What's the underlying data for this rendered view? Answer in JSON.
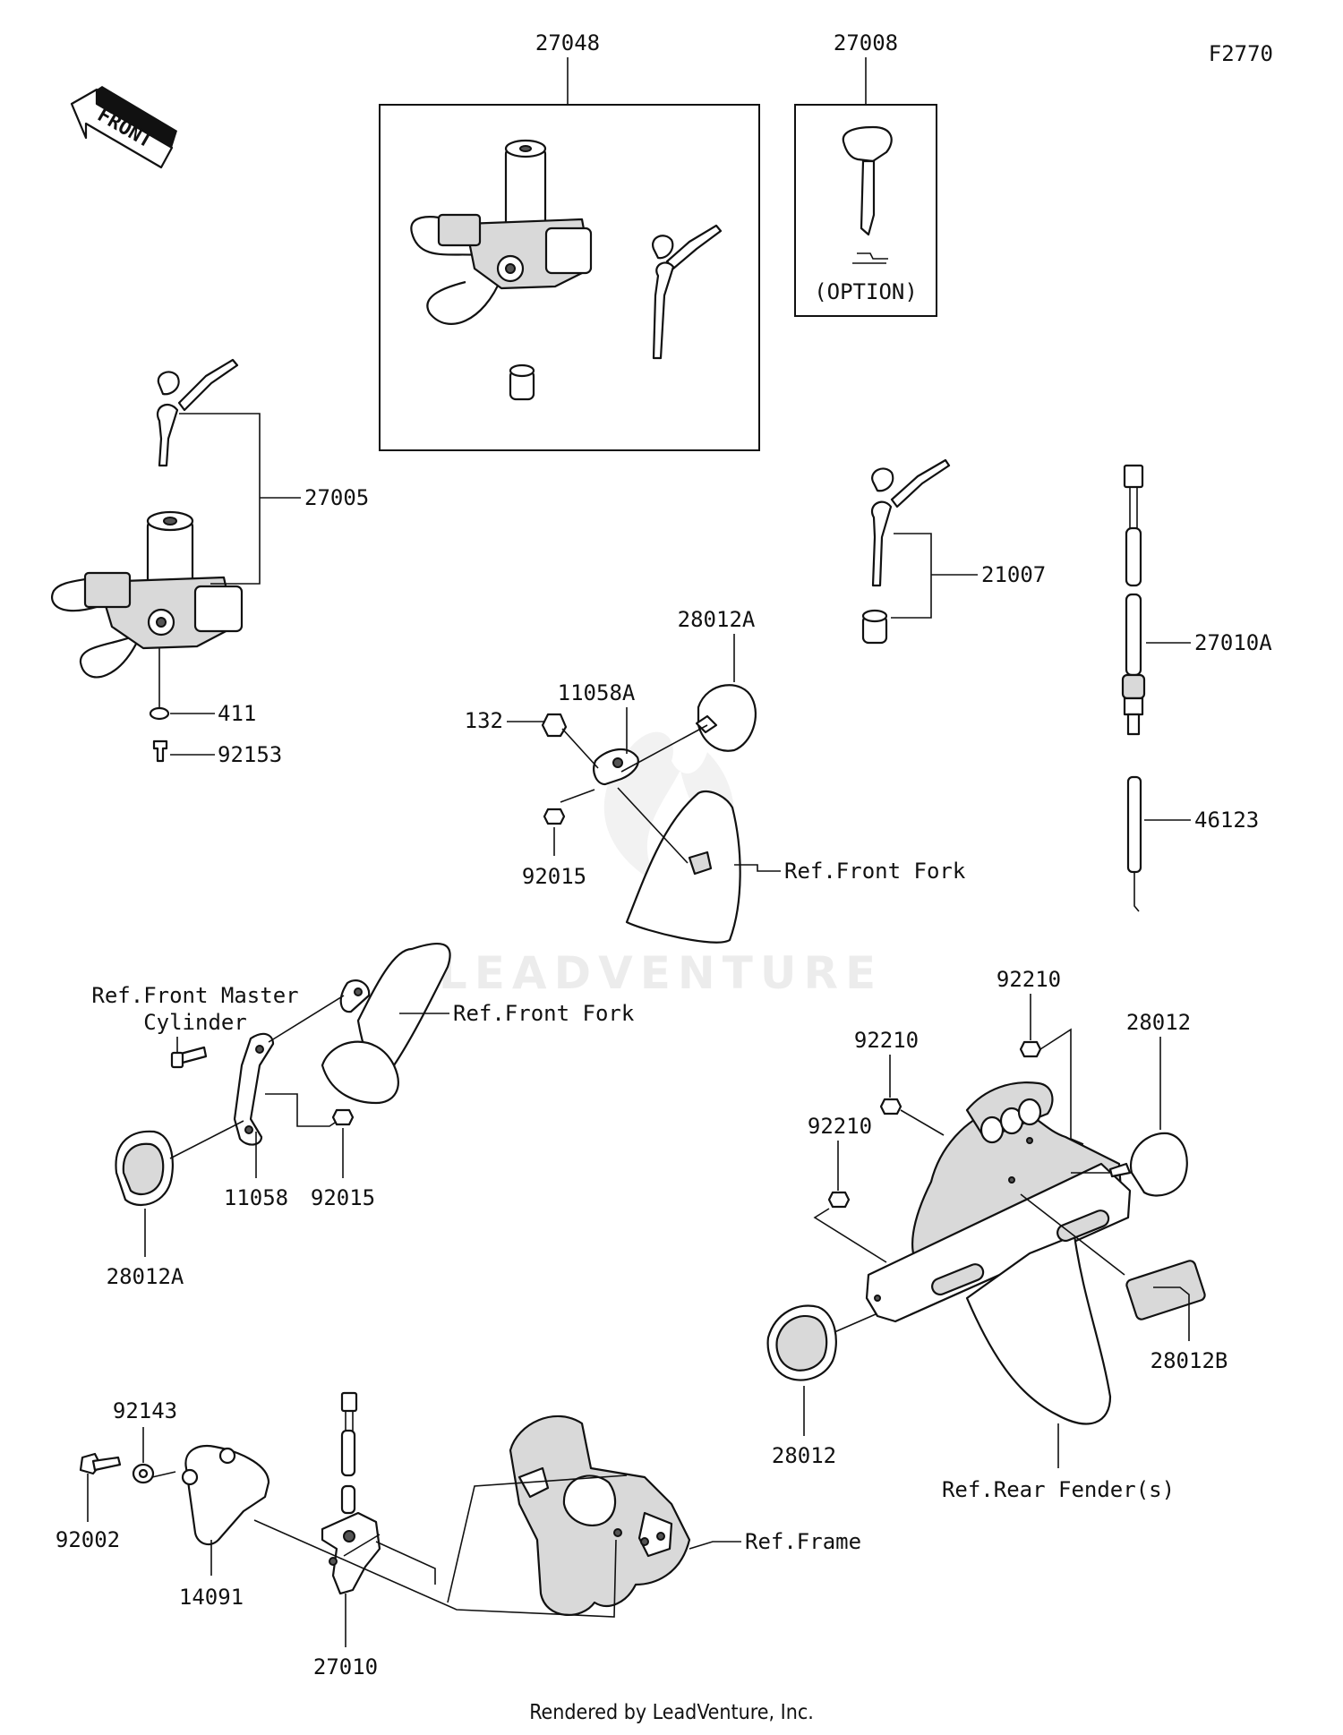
{
  "figure_code": "F2770",
  "front_arrow": {
    "text": "FRONT",
    "icon": "front-direction-arrow"
  },
  "watermark": "LEADVENTURE",
  "footer": "Rendered by LeadVenture, Inc.",
  "option_note": "(OPTION)",
  "parts": {
    "p27048": "27048",
    "p27008": "27008",
    "p27005": "27005",
    "p411": "411",
    "p92153": "92153",
    "p21007": "21007",
    "p27010A": "27010A",
    "p46123": "46123",
    "p28012A_top": "28012A",
    "p11058A": "11058A",
    "p132": "132",
    "p92015_top": "92015",
    "p11058": "11058",
    "p92015_mid": "92015",
    "p28012A_bottom": "28012A",
    "p92210_a": "92210",
    "p92210_b": "92210",
    "p92210_c": "92210",
    "p28012_right": "28012",
    "p28012_left": "28012",
    "p28012B": "28012B",
    "p92143": "92143",
    "p92002": "92002",
    "p14091": "14091",
    "p27010": "27010"
  },
  "references": {
    "front_fork_top": "Ref.Front Fork",
    "front_fork_mid": "Ref.Front Fork",
    "front_master_1": "Ref.Front Master",
    "front_master_2": "Cylinder",
    "rear_fender": "Ref.Rear Fender(s)",
    "frame": "Ref.Frame"
  }
}
